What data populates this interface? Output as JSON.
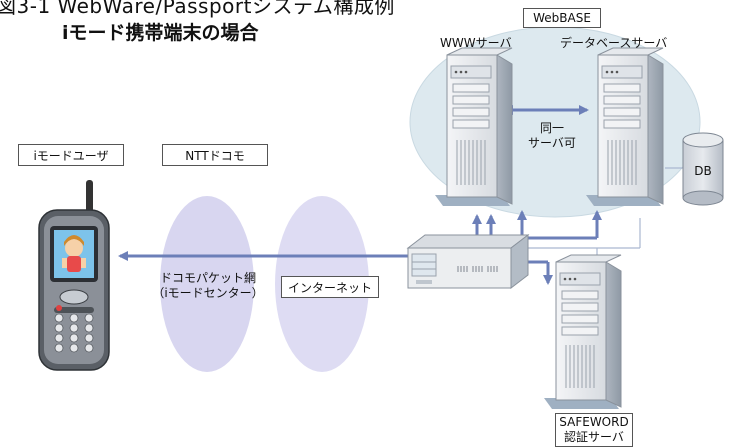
{
  "title": {
    "line1": "図3-1 WebWare/Passportシステム構成例",
    "line2": "iモード携帯端末の場合"
  },
  "labels": {
    "webbase": "WebBASE",
    "www_server": "WWWサーバ",
    "db_server": "データベースサーバ",
    "same_server": "同一\nサーバ可",
    "db": "DB",
    "imode_user": "iモードユーザ",
    "ntt_docomo": "NTTドコモ",
    "packet_network": "ドコモパケット網\n（iモードセンター）",
    "internet": "インターネット",
    "safeword": "SAFEWORD\n認証サーバ"
  },
  "colors": {
    "cloud": "#dde9ef",
    "ellipse": "#d8d6f0",
    "arrow": "#6c7fb8",
    "server_body": "#eceef0",
    "server_shadow": "#b9c2cc"
  }
}
